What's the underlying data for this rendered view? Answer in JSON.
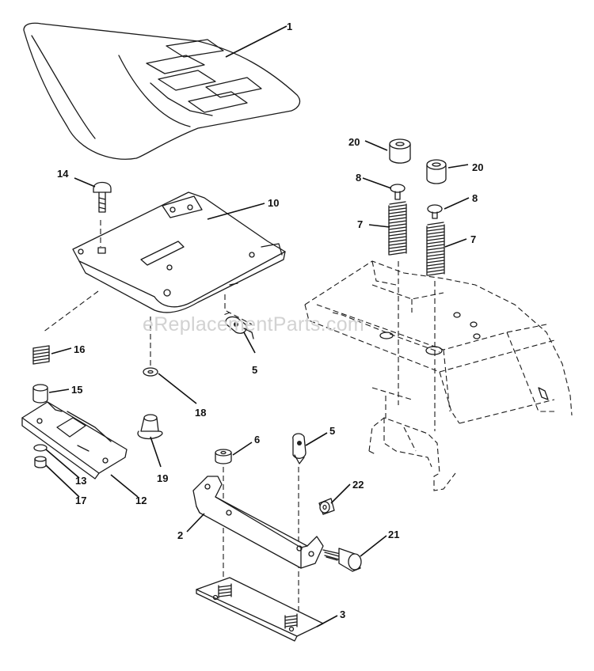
{
  "watermark": "eReplacementParts.com",
  "callouts": {
    "c1": "1",
    "c2": "2",
    "c3": "3",
    "c5a": "5",
    "c5b": "5",
    "c6": "6",
    "c7a": "7",
    "c7b": "7",
    "c8a": "8",
    "c8b": "8",
    "c10": "10",
    "c12": "12",
    "c13": "13",
    "c14": "14",
    "c15": "15",
    "c16": "16",
    "c17": "17",
    "c18": "18",
    "c19": "19",
    "c20a": "20",
    "c20b": "20",
    "c21": "21",
    "c22": "22"
  }
}
